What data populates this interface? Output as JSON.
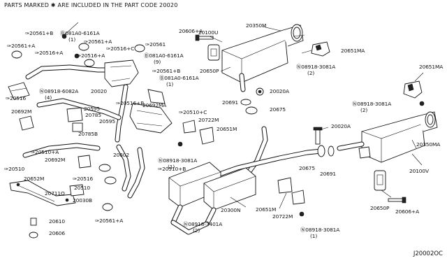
{
  "header": {
    "text": "PARTS MARKED ✱ ARE INCLUDED IN THE PART CODE 20020"
  },
  "diagram_code": "J20002OC",
  "labels": [
    "✑20561+B",
    "Ⓑ081A0-6161A",
    "(1)",
    "✑20561+A",
    "✑20516+A",
    "✑20561+A",
    "✑20516+A",
    "✑20516+C",
    "✑20561",
    "20606+A",
    "20100U",
    "20350M",
    "20651MA",
    "Ⓝ08918-3081A",
    "(2)",
    "Ⓑ081A0-6161A",
    "(9)",
    "✑20561+B",
    "Ⓑ081A0-6161A",
    "(1)",
    "20650P",
    "20020A",
    "20691",
    "20675",
    "✑20516",
    "Ⓝ08918-6082A",
    "(4)",
    "20020",
    "20692M",
    "20595",
    "✑20516+B",
    "20692MA",
    "✑20510+C",
    "20785",
    "20595",
    "20785B",
    "20722M",
    "20651M",
    "20651MA",
    "Ⓝ08918-3081A",
    "(2)",
    "20020A",
    "✑20510+A",
    "20692M",
    "Ⓝ08918-3081A",
    "(1)",
    "20602",
    "✑20510",
    "✑20516",
    "20510",
    "✑20510+B",
    "20652M",
    "20711Q",
    "20030B",
    "20610",
    "20606",
    "✑20561+A",
    "20675",
    "20691",
    "20350MA",
    "20100V",
    "20300N",
    "20651M",
    "20722M",
    "Ⓝ08918-3401A",
    "(2)",
    "20650P",
    "20606+A",
    "Ⓝ08918-3081A",
    "(1)"
  ]
}
